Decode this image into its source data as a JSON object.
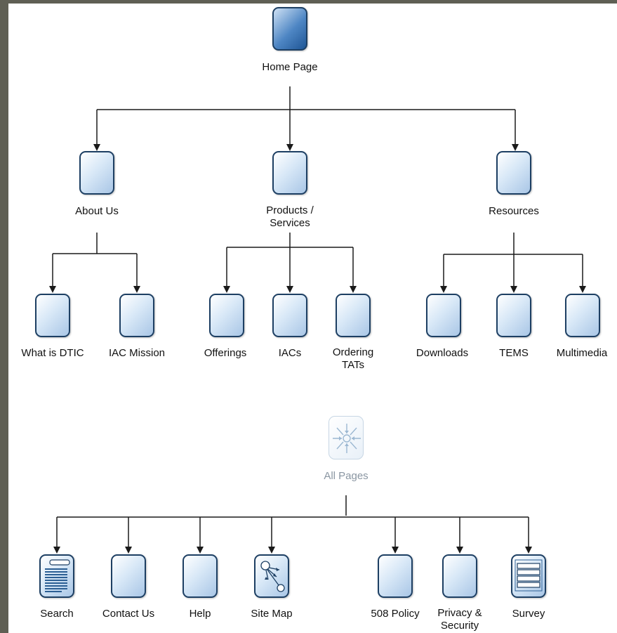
{
  "tree": {
    "home": "Home Page",
    "about": "About Us",
    "products": "Products /\nServices",
    "resources": "Resources",
    "what_is_dtic": "What is DTIC",
    "iac_mission": "IAC Mission",
    "offerings": "Offerings",
    "iacs": "IACs",
    "ordering_tats": "Ordering\nTATs",
    "downloads": "Downloads",
    "tems": "TEMS",
    "multimedia": "Multimedia"
  },
  "global": {
    "all_pages": "All Pages",
    "search": "Search",
    "contact_us": "Contact Us",
    "help": "Help",
    "site_map": "Site Map",
    "policy_508": "508 Policy",
    "privacy_security": "Privacy &\nSecurity",
    "survey": "Survey"
  },
  "icons": {
    "page": "page-icon",
    "home": "home-page-icon",
    "all_pages": "hub-icon",
    "search": "search-results-icon",
    "site_map": "sitemap-icon",
    "survey": "form-icon"
  },
  "colors": {
    "box_border": "#1d3f63",
    "box_fill": "#c4daf0",
    "home_fill": "#3f79ba",
    "connector": "#1a1a1a",
    "frame": "#5f5f54"
  }
}
